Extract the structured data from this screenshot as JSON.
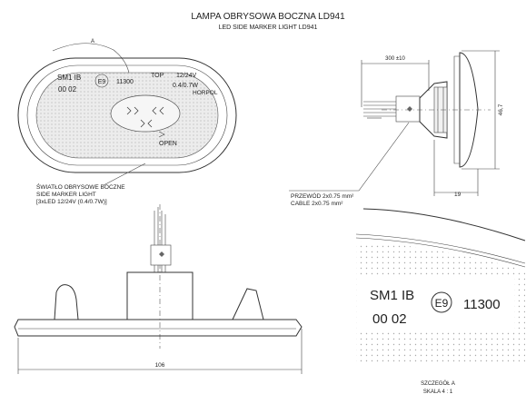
{
  "title": {
    "line1": "LAMPA OBRYSOWA BOCZNA LD941",
    "line2": "LED SIDE MARKER LIGHT LD941"
  },
  "lamp_front": {
    "detail_ref": "A",
    "mark_left": "SM1 IB",
    "mark_code": "00  02",
    "approval": "E9",
    "number": "11300",
    "top_label": "TOP",
    "voltage": "12/24V",
    "power": "0.4/0.7W",
    "horpol": "HORPOL",
    "open": "OPEN"
  },
  "callout_light": {
    "line1": "ŚWIATŁO OBRYSOWE BOCZNE",
    "line2": "SIDE MARKER LIGHT",
    "line3": "[3xLED 12/24V (0.4/0.7W)]"
  },
  "callout_cable": {
    "line1": "PRZEWÓD 2x0.75 mm²",
    "line2": "CABLE 2x0.75 mm²"
  },
  "dimensions": {
    "cable_length": "300 ±10",
    "height": "46,7",
    "depth": "19",
    "width": "106"
  },
  "detail_view": {
    "mark_left": "SM1 IB",
    "mark_code": "00  02",
    "approval": "E9",
    "number": "11300",
    "label_pl": "SZCZEGÓŁ A",
    "label_scale": "SKALA 4 : 1"
  }
}
